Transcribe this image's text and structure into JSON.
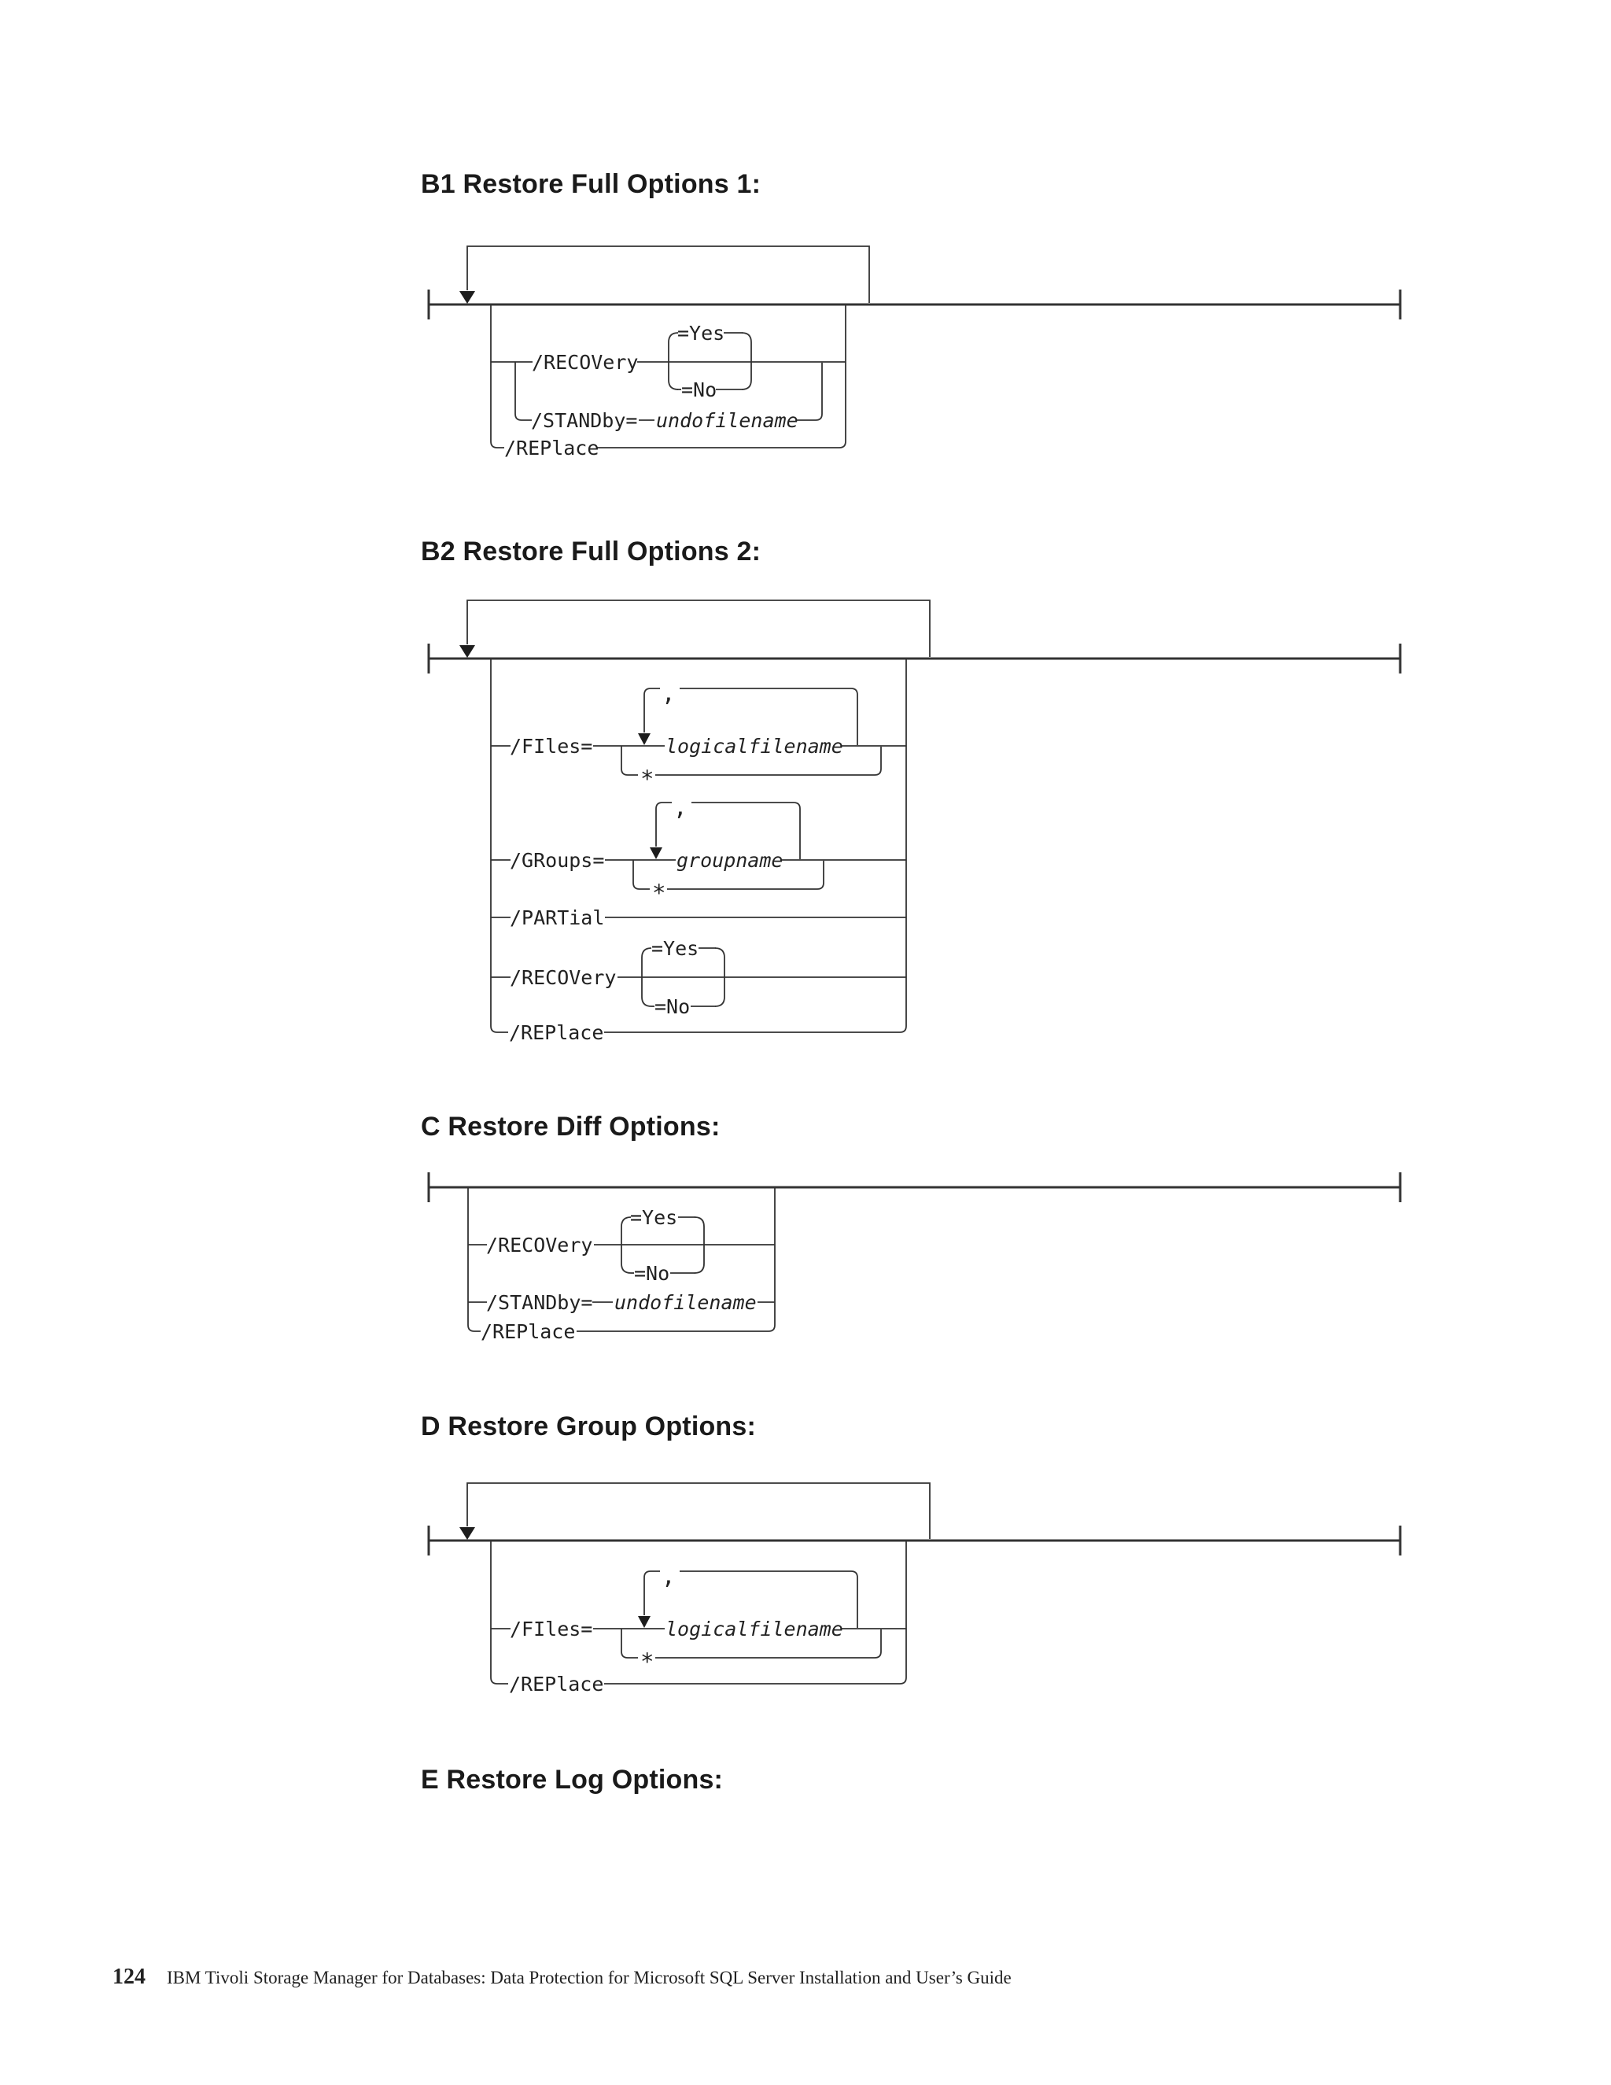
{
  "page": {
    "background": "#ffffff",
    "ink": "#333333"
  },
  "sections": {
    "b1": {
      "heading": "B1 Restore Full Options 1:",
      "tokens": {
        "recovery": "/RECOVery",
        "yes": "=Yes",
        "no": "=No",
        "standby": "/STANDby=",
        "undofilename": "undofilename",
        "replace": "/REPlace"
      }
    },
    "b2": {
      "heading": "B2 Restore Full Options 2:",
      "tokens": {
        "files": "/FIles=",
        "comma": ",",
        "logicalfilename": "logicalfilename",
        "star": "*",
        "groups": "/GRoups=",
        "comma2": ",",
        "groupname": "groupname",
        "star2": "*",
        "partial": "/PARTial",
        "recovery": "/RECOVery",
        "yes": "=Yes",
        "no": "=No",
        "replace": "/REPlace"
      }
    },
    "c": {
      "heading": "C Restore Diff Options:",
      "tokens": {
        "recovery": "/RECOVery",
        "yes": "=Yes",
        "no": "=No",
        "standby": "/STANDby=",
        "undofilename": "undofilename",
        "replace": "/REPlace"
      }
    },
    "d": {
      "heading": "D Restore Group Options:",
      "tokens": {
        "files": "/FIles=",
        "comma": ",",
        "logicalfilename": "logicalfilename",
        "star": "*",
        "replace": "/REPlace"
      }
    },
    "e": {
      "heading": "E Restore Log Options:"
    }
  },
  "footer": {
    "page_number": "124",
    "title": "IBM Tivoli Storage Manager for Databases: Data Protection for Microsoft SQL Server Installation and User’s Guide"
  }
}
